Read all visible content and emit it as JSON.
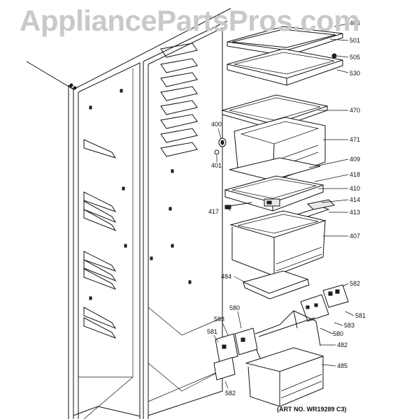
{
  "watermark": "AppliancePartsPros.com",
  "art_number": "(ART NO. WR19289 C3)",
  "callouts": {
    "c405": "405",
    "c501": "501",
    "c505": "505",
    "c530": "530",
    "c470": "470",
    "c471": "471",
    "c400": "400",
    "c401": "401",
    "c409": "409",
    "c418": "418",
    "c410": "410",
    "c414": "414",
    "c413": "413",
    "c417": "417",
    "c407": "407",
    "c484": "484",
    "c582a": "582",
    "c581a": "581",
    "c583a": "583",
    "c580a": "580",
    "c580b": "580",
    "c583b": "583",
    "c581b": "581",
    "c482": "482",
    "c485": "485",
    "c582b": "582"
  }
}
